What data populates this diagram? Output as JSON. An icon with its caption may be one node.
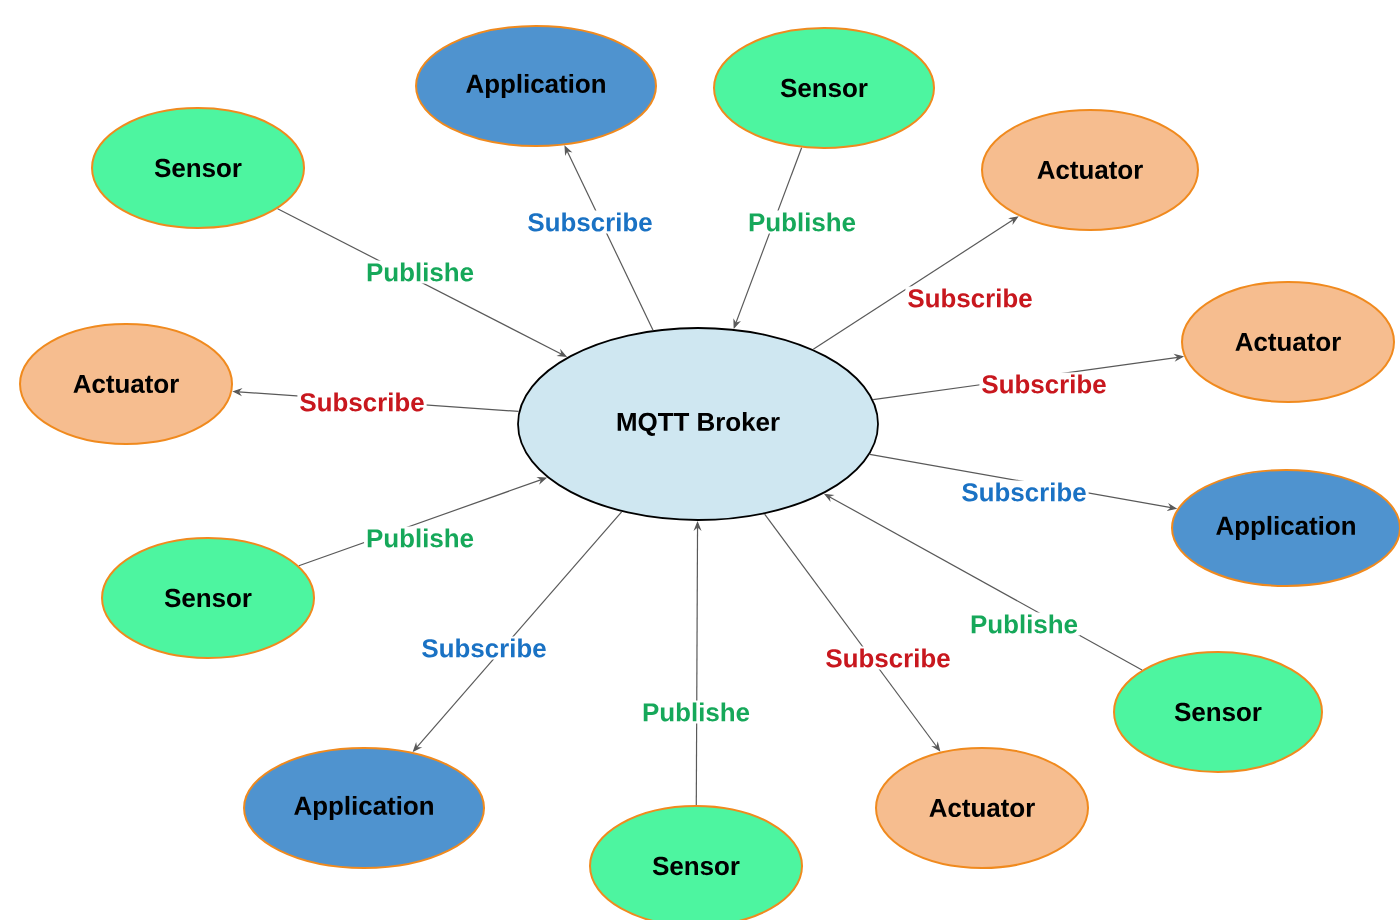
{
  "diagram": {
    "nodes": [
      {
        "text": [
          "MQTT Broker"
        ]
      },
      {
        "text": [
          "Application"
        ]
      },
      {
        "text": [
          "Sensor"
        ]
      },
      {
        "text": [
          "Sensor"
        ]
      },
      {
        "text": [
          "Actuator"
        ]
      },
      {
        "text": [
          "Actuator"
        ]
      },
      {
        "text": [
          "Actuator"
        ]
      },
      {
        "text": [
          "Application"
        ]
      },
      {
        "text": [
          "Sensor"
        ]
      },
      {
        "text": [
          "Sensor"
        ]
      },
      {
        "text": [
          "Application"
        ]
      },
      {
        "text": [
          "Actuator"
        ]
      },
      {
        "text": [
          "Sensor"
        ]
      }
    ],
    "edges": [
      {
        "from": 0,
        "to": 1,
        "arrow": "to",
        "label": "Subscribe"
      },
      {
        "from": 2,
        "to": 0,
        "arrow": "to",
        "label": "Publishe"
      },
      {
        "from": 3,
        "to": 0,
        "arrow": "to",
        "label": "Publishe"
      },
      {
        "from": 0,
        "to": 4,
        "arrow": "to",
        "label": "Subscribe"
      },
      {
        "from": 0,
        "to": 5,
        "arrow": "to",
        "label": "Subscribe"
      },
      {
        "from": 0,
        "to": 6,
        "arrow": "to",
        "label": "Subscribe"
      },
      {
        "from": 0,
        "to": 7,
        "arrow": "to",
        "label": "Subscribe"
      },
      {
        "from": 8,
        "to": 0,
        "arrow": "to",
        "label": "Publishe"
      },
      {
        "from": 9,
        "to": 0,
        "arrow": "to",
        "label": "Publishe"
      },
      {
        "from": 0,
        "to": 10,
        "arrow": "to",
        "label": "Subscribe"
      },
      {
        "from": 0,
        "to": 11,
        "arrow": "to",
        "label": "Subscribe"
      },
      {
        "from": 12,
        "to": 0,
        "arrow": "to",
        "label": "Publishe"
      }
    ]
  }
}
